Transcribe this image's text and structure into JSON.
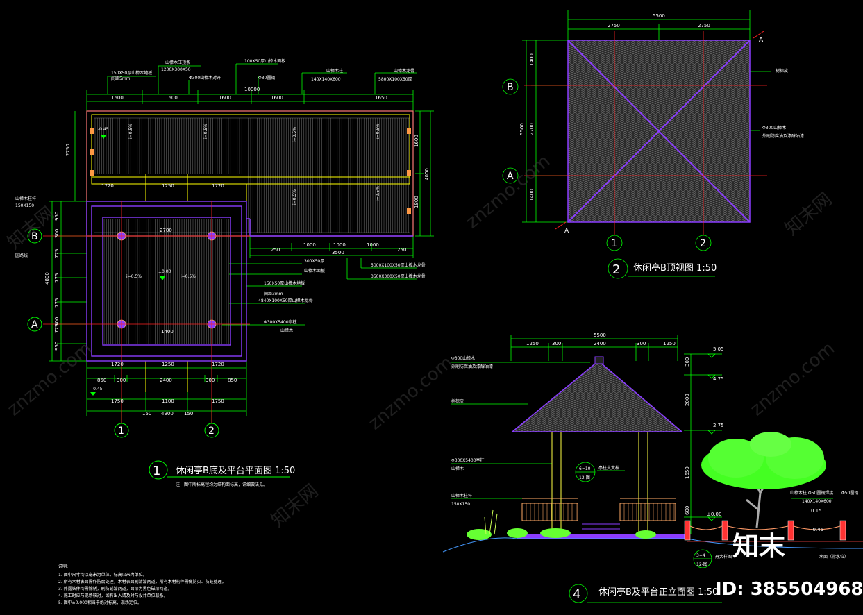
{
  "colors": {
    "background": "#000000",
    "dimension": "#00ff00",
    "axis_line": "#ff0000",
    "structure": "#8a3cff",
    "timber": "#ffff00",
    "text": "#ffffff",
    "rail": "#ff8866"
  },
  "plan": {
    "title": "休闲亭B底及平台平面图 1:50",
    "number": "1",
    "note": "注：图中所标高程均为结构面标高，详细做法见。",
    "top_dims": [
      "1600",
      "1600",
      "1600",
      "1600",
      "1650"
    ],
    "overall_dim": "10000",
    "mid_dims_top": [
      "1720",
      "1250",
      "1720"
    ],
    "bottom_dims1": [
      "1720",
      "1250",
      "1720"
    ],
    "bottom_dims2": [
      "850",
      "300",
      "2400",
      "300",
      "850"
    ],
    "bottom_dims3": [
      "1750",
      "1100",
      "1750"
    ],
    "bottom_dims4": [
      "150",
      "4900",
      "150"
    ],
    "right_bottom_dims": [
      "1000",
      "1000",
      "1000"
    ],
    "right_bottom_dims2": [
      "250",
      "3500",
      "250"
    ],
    "right_dims": [
      "1600",
      "1800"
    ],
    "right_overall": "4000",
    "left_dims": [
      "950",
      "300",
      "775",
      "775",
      "775",
      "775",
      "300",
      "950"
    ],
    "left_overall": "4800",
    "left_top_dim": "2750",
    "inner_dim": "2700",
    "inner_dim2": "1400",
    "callouts_top": [
      "山樟木压顶条",
      "1200X300X50",
      "100X50厚山樟木面板",
      "150X50厚山樟木地板",
      "间距5mm",
      "Φ300山樟木对开",
      "Φ30圆钢",
      "山樟木柱",
      "140X140X600",
      "山樟木龙骨",
      "5800X100X50厚"
    ],
    "callouts_right": [
      "300X50厚",
      "山樟木面板",
      "5000X100X50厚山樟木龙骨",
      "3500X300X50厚山樟木龙骨",
      "150X50厚山樟木地板",
      "间距3mm",
      "4840X100X50厚山樟木龙骨",
      "Φ300X5400亭柱",
      "山樟木"
    ],
    "callouts_left": [
      "山樟木柱杆",
      "150X150",
      "园路线"
    ],
    "slopes": [
      "i=0.5%",
      "i=0.5%",
      "i=0.5%",
      "i=0.5%",
      "i=0.5%",
      "i=0.5%",
      "i=0.5%",
      "i=0.5%"
    ],
    "levels": [
      "-0.45",
      "±0.00",
      "-0.45"
    ],
    "axes_h": [
      "B",
      "A"
    ],
    "axes_v": [
      "1",
      "2"
    ]
  },
  "roof": {
    "title": "休闲亭B顶视图 1:50",
    "number": "2",
    "top_dims": [
      "2750",
      "2750"
    ],
    "overall": "5500",
    "left_dims": [
      "1400",
      "2700",
      "1400"
    ],
    "left_overall": "5500",
    "section_mark": "A",
    "callouts": [
      "树棕皮",
      "Φ300山樟木",
      "外刷防腐油及漆醇油漆"
    ],
    "axes_h": [
      "B",
      "A"
    ],
    "axes_v": [
      "1",
      "2"
    ]
  },
  "elevation": {
    "title": "休闲亭B及平台正立面图 1:50",
    "number": "4",
    "top_dims": [
      "1250",
      "300",
      "2400",
      "300",
      "1250"
    ],
    "overall": "5500",
    "levels": [
      "5.05",
      "4.75",
      "2.75",
      "±0.00",
      "0.15",
      "-0.45"
    ],
    "right_dims": [
      "300",
      "2000",
      "1650",
      "600"
    ],
    "callouts_left": [
      "Φ300山樟木",
      "外刷防腐油及漆醇油漆",
      "树棕皮",
      "Φ300X5400亭柱",
      "山樟木",
      "山樟木柱杆",
      "150X150"
    ],
    "callouts_right": [
      "亭柱支大样",
      "山樟木柱 Φ50圆钢焊接",
      "140X140X600",
      "Φ50圆钢"
    ],
    "detail_marks": [
      "6=10",
      "12-图",
      "3=4",
      "12-图"
    ],
    "water_label": "水面（常水位）",
    "tree_label": "丹大样图"
  },
  "notes": {
    "heading": "说明:",
    "items": [
      "1. 图中尺寸均以毫米为单位，标高以米为单位。",
      "2. 所有木材表面需作防腐处理，木材表面刷清漆两道，所有木材构件需做防火、防蛀处理。",
      "3. 外露铁件均需除锈，刷防锈漆两道，面漆为黑色磁漆两道。",
      "4. 施工时应与现场核对，如有出入请及时与设计单位联系。",
      "5. 图中±0.000相当于绝对标高，现场定位。"
    ]
  },
  "watermark": "znzmo.com",
  "watermark_cn": "知末网",
  "brand": {
    "logo": "知末",
    "id": "ID: 385504968"
  }
}
